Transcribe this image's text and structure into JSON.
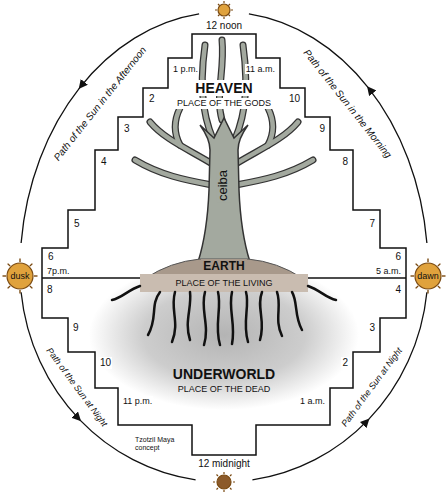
{
  "diagram": {
    "nodes": [
      {
        "text": [
          "HEAVEN",
          "PLACE OF THE GODS"
        ]
      },
      {
        "text": [
          "EARTH",
          "PLACE OF THE LIVING"
        ]
      },
      {
        "text": [
          "UNDERWORLD",
          "PLACE OF THE DEAD"
        ]
      },
      {
        "text": [
          "dusk"
        ]
      },
      {
        "text": [
          "dawn"
        ]
      }
    ],
    "labels": [
      "12 noon",
      "Path of the Sun in the Afternoon",
      "Path of the Sun in the Morning",
      "1 p.m.",
      "11 a.m.",
      "2",
      "10",
      "3",
      "9",
      "4",
      "8",
      "5",
      "7",
      "6",
      "6",
      "7p.m.",
      "5 a.m.",
      "ceiba",
      "8",
      "4",
      "9",
      "3",
      "10",
      "2",
      "11 p.m.",
      "1 a.m.",
      "Path of the Sun at Night",
      "Path of the Sun at Night",
      "Tzotzil Maya concept",
      "12 midnight"
    ]
  }
}
